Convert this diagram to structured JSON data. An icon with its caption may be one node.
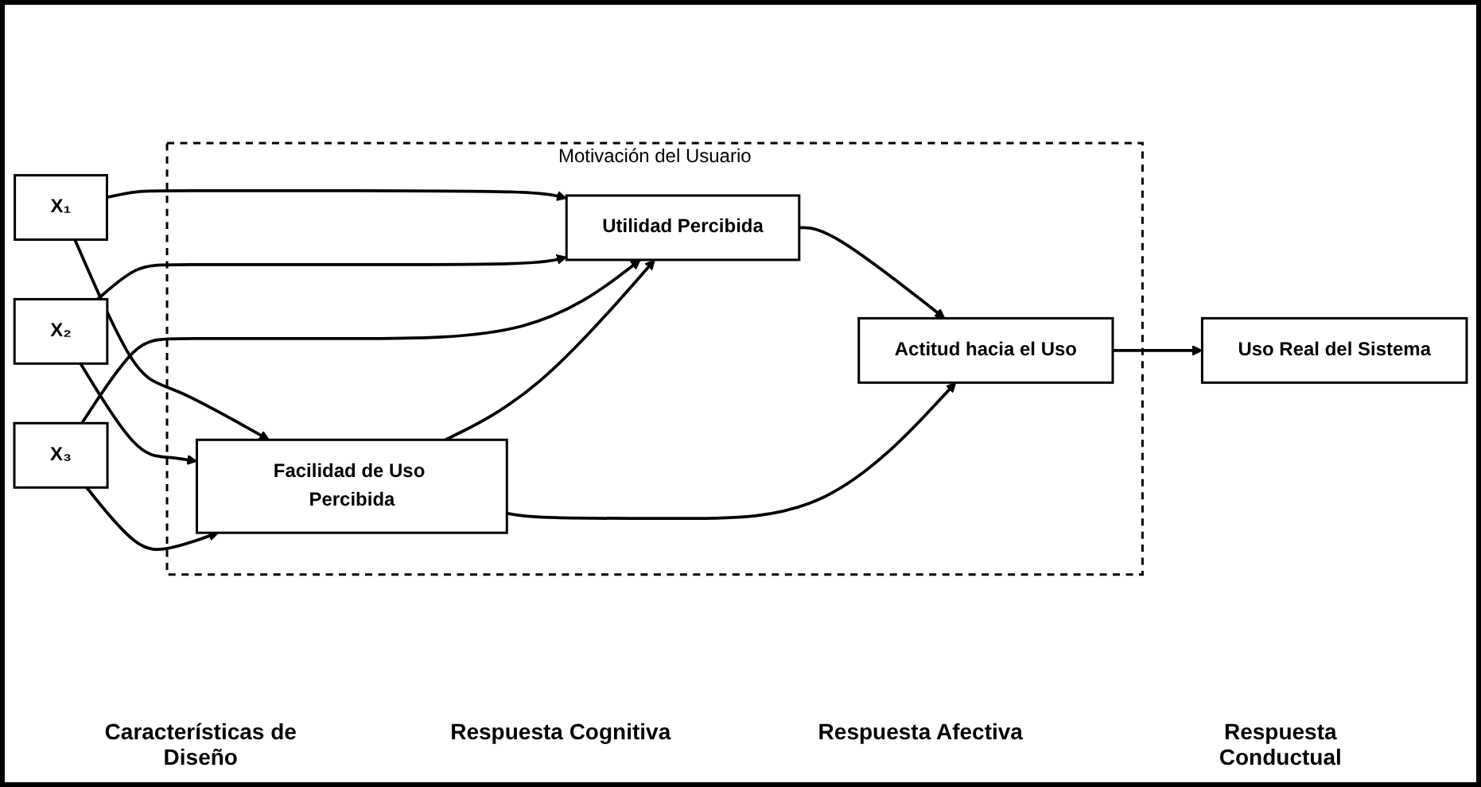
{
  "diagram": {
    "nodes": [
      {
        "text": [
          "X₁"
        ]
      },
      {
        "text": [
          "X₂"
        ]
      },
      {
        "text": [
          "X₃"
        ]
      },
      {
        "text": [
          "Motivación del Usuario"
        ]
      },
      {
        "text": [
          "Utilidad Percibida"
        ],
        "in": 3
      },
      {
        "text": [
          "Facilidad de Uso Percibida"
        ],
        "in": 3
      },
      {
        "text": [
          "Actitud hacia el Uso"
        ],
        "in": 3
      },
      {
        "text": [
          "Uso Real del Sistema"
        ]
      }
    ],
    "edges": [
      {
        "from": 0,
        "to": 4,
        "arrow": "to"
      },
      {
        "from": 0,
        "to": 5,
        "arrow": "to"
      },
      {
        "from": 1,
        "to": 4,
        "arrow": "to"
      },
      {
        "from": 1,
        "to": 5,
        "arrow": "to"
      },
      {
        "from": 2,
        "to": 4,
        "arrow": "to"
      },
      {
        "from": 2,
        "to": 5,
        "arrow": "to"
      },
      {
        "from": 5,
        "to": 4,
        "arrow": "to"
      },
      {
        "from": 4,
        "to": 6,
        "arrow": "to"
      },
      {
        "from": 5,
        "to": 6,
        "arrow": "to"
      },
      {
        "from": 6,
        "to": 7,
        "arrow": "to"
      }
    ],
    "labels": [
      "Características de Diseño",
      "Respuesta Cognitiva",
      "Respuesta Afectiva",
      "Respuesta Conductual"
    ]
  }
}
